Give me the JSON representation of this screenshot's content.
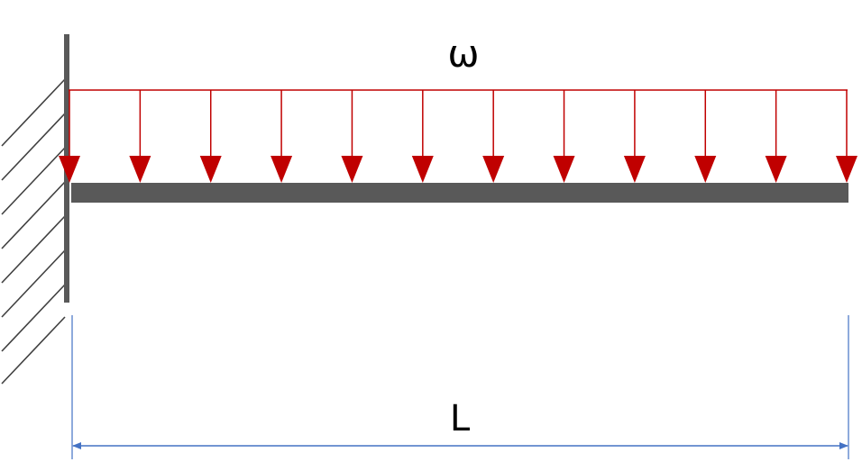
{
  "diagram": {
    "load_label": "ω",
    "length_label": "L",
    "load_arrow_count": 12,
    "colors": {
      "load": "#c00000",
      "beam": "#595959",
      "wall": "#595959",
      "hatch": "#404040",
      "dimension": "#4472c4",
      "background": "#ffffff"
    }
  }
}
